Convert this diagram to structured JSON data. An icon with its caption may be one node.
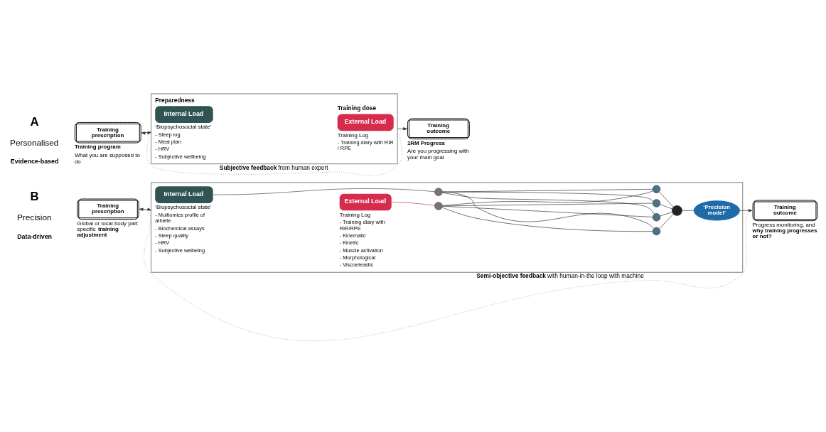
{
  "diagram": {
    "nodes": [
      {
        "text": [],
        "shape": "box"
      },
      {
        "text": [
          "Training prescription"
        ],
        "beside": [
          "Training program",
          "What you are supposed to do"
        ]
      },
      {
        "text": [
          "Preparedness",
          "Internal Load"
        ],
        "in": 0,
        "beside": [
          "‘Biopsychosocial state’",
          "- Sleep log",
          "- Meal plan",
          "- HRV",
          "- Subjective wellbeing"
        ]
      },
      {
        "text": [
          "Training dose",
          "External Load"
        ],
        "in": 0,
        "beside": [
          "Training Log",
          "- Training diary with RIR / RPE"
        ]
      },
      {
        "text": [
          "Training outcome"
        ],
        "beside": [
          "1RM Progress",
          "Are you progressing with your main goal"
        ]
      },
      {
        "text": [],
        "shape": "box"
      },
      {
        "text": [
          "Training prescription"
        ],
        "beside": [
          "Global or local body part specific **training adjustment**"
        ]
      },
      {
        "text": [
          "Internal Load"
        ],
        "in": 5,
        "beside": [
          "‘Biopsychosocial state’",
          "- Multiomics profile of athlete",
          "- Biochemical assays",
          "- Sleep quality",
          "- HRV",
          "- Subjective welbeing"
        ]
      },
      {
        "text": [
          "External Load"
        ],
        "in": 5,
        "beside": [
          "Training Log",
          "- Training diary with RIR/RPE",
          "- Kinematic",
          "- Kinetic",
          "- Muscle activation",
          "- Morphological",
          "- Viscoeleastic"
        ]
      },
      {
        "text": [],
        "shape": "circle",
        "in": 5
      },
      {
        "text": [],
        "shape": "circle",
        "in": 5
      },
      {
        "text": [],
        "shape": "circle",
        "in": 5
      },
      {
        "text": [],
        "shape": "circle",
        "in": 5
      },
      {
        "text": [],
        "shape": "circle",
        "in": 5
      },
      {
        "text": [],
        "shape": "circle",
        "in": 5
      },
      {
        "text": [],
        "shape": "circle",
        "in": 5
      },
      {
        "text": [
          "‘Precision model’"
        ],
        "in": 5
      },
      {
        "text": [
          "Training outcome"
        ],
        "beside": [
          "Progress monitoring, and **why training progresses or not?**"
        ]
      }
    ],
    "edges": [
      {
        "from": 1,
        "to": 0,
        "arrow": "to"
      },
      {
        "from": 0,
        "to": 4,
        "arrow": "to"
      },
      {
        "from": 4,
        "to": 1,
        "arrow": "to",
        "style": "dashed",
        "label": "**Subjective feedback** from human expert"
      },
      {
        "from": 6,
        "to": 5,
        "arrow": "to"
      },
      {
        "from": 7,
        "to": 9,
        "arrow": "none",
        "color": "#2f5451"
      },
      {
        "from": 8,
        "to": 10,
        "arrow": "none",
        "color": "#d62b4a"
      },
      {
        "from": 9,
        "to": 11,
        "arrow": "none"
      },
      {
        "from": 9,
        "to": 12,
        "arrow": "none"
      },
      {
        "from": 9,
        "to": 13,
        "arrow": "none"
      },
      {
        "from": 9,
        "to": 14,
        "arrow": "none"
      },
      {
        "from": 10,
        "to": 11,
        "arrow": "none"
      },
      {
        "from": 10,
        "to": 12,
        "arrow": "none"
      },
      {
        "from": 10,
        "to": 13,
        "arrow": "none"
      },
      {
        "from": 10,
        "to": 14,
        "arrow": "none"
      },
      {
        "from": 11,
        "to": 15,
        "arrow": "none"
      },
      {
        "from": 12,
        "to": 15,
        "arrow": "none"
      },
      {
        "from": 13,
        "to": 15,
        "arrow": "none"
      },
      {
        "from": 14,
        "to": 15,
        "arrow": "none"
      },
      {
        "from": 15,
        "to": 16,
        "arrow": "none"
      },
      {
        "from": 16,
        "to": 17,
        "arrow": "to"
      },
      {
        "from": 17,
        "to": 6,
        "arrow": "to",
        "style": "dashed",
        "label": "**Semi-objective feedback** with human-in-the loop with machine"
      }
    ],
    "labels": [
      "A",
      "Personalised",
      "Evidence-based",
      "B",
      "Precision",
      "Data-driven"
    ]
  }
}
